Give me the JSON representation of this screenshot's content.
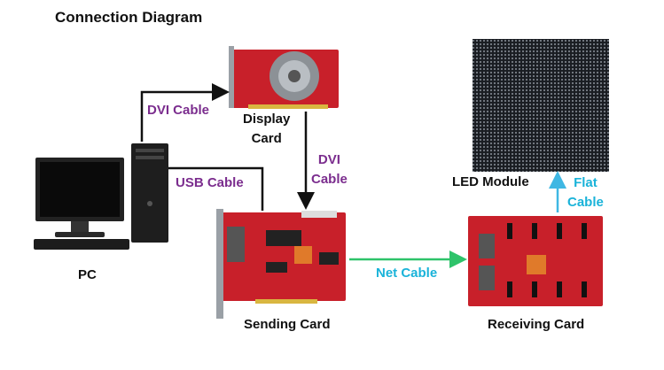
{
  "title": "Connection Diagram",
  "nodes": {
    "pc": "PC",
    "display_card": [
      "Display",
      "Card"
    ],
    "sending_card": "Sending Card",
    "receiving_card": "Receiving Card",
    "led_module": "LED Module"
  },
  "cables": {
    "dvi_top": "DVI Cable",
    "usb": "USB Cable",
    "dvi_down": [
      "DVI",
      "Cable"
    ],
    "net": "Net Cable",
    "flat": [
      "Flat",
      "Cable"
    ]
  },
  "colors": {
    "cable_label_purple": "#7b2d8e",
    "cable_label_cyan": "#1ab3d9",
    "net_arrow": "#2ec36a",
    "flat_arrow": "#3fb7e3",
    "card_red": "#c8202a"
  }
}
